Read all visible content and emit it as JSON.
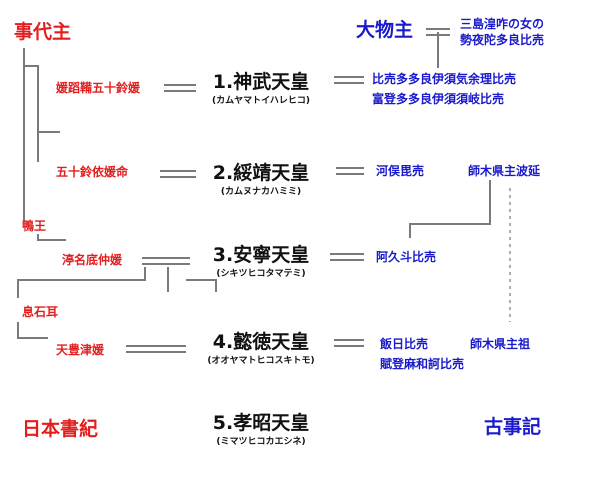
{
  "headings": {
    "nihon_shoki": "日本書紀",
    "kojiki": "古事記",
    "kotoshironushi": "事代主",
    "omononushi": "大物主"
  },
  "emperors": [
    {
      "label": "1.神武天皇",
      "reading": "(カムヤマトイハレヒコ)"
    },
    {
      "label": "2.綏靖天皇",
      "reading": "(カムヌナカハミミ)"
    },
    {
      "label": "3.安寧天皇",
      "reading": "(シキツヒコタマテミ)"
    },
    {
      "label": "4.懿徳天皇",
      "reading": "(オオヤマトヒコスキトモ)"
    },
    {
      "label": "5.孝昭天皇",
      "reading": "(ミマツヒコカエシネ)"
    }
  ],
  "nihon_side": {
    "himetatara": "媛蹈鞴五十鈴媛",
    "isuzuyori": "五十鈴依媛命",
    "kamo_no_kimi": "鴨王",
    "nunasoko": "渟名底仲媛",
    "okiso": "息石耳",
    "amatoyotsu": "天豊津媛"
  },
  "kojiki_side": {
    "mishima_line1": "三島湟咋の女の",
    "mishima_line2": "勢夜陀多良比売",
    "hime_line1": "比売多多良伊須気余理比売",
    "hime_line2": "富登多多良伊須須岐比売",
    "kawamata": "河俣毘売",
    "shiki_hae": "師木県主波延",
    "akuto": "阿久斗比売",
    "iihi": "飯日比売",
    "shiki_so": "師木県主祖",
    "futo": "賦登麻和訶比売"
  }
}
